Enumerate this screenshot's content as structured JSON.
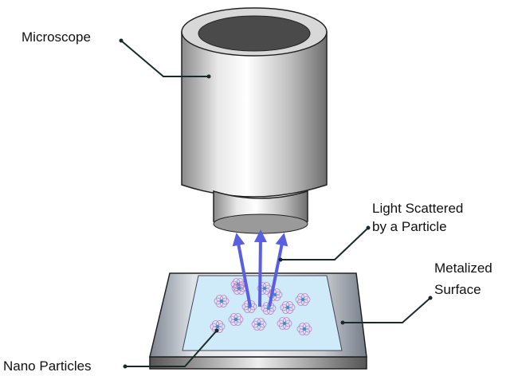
{
  "labels": {
    "microscope": "Microscope",
    "light_line1": "Light Scattered",
    "light_line2": "by a Particle",
    "surface_line1": "Metalized",
    "surface_line2": "Surface",
    "nano": "Nano Particles"
  },
  "colors": {
    "arrow": "#5a5ee0",
    "glass": "#cfeaf8",
    "particle": "#c97fc0",
    "leader": "#1a2a2a"
  }
}
